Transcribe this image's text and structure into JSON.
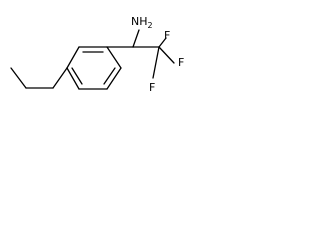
{
  "molecule": {
    "labels": {
      "nh2": "NH",
      "nh2_subscript": "2",
      "f_top": "F",
      "f_right": "F",
      "f_bottom": "F"
    }
  }
}
